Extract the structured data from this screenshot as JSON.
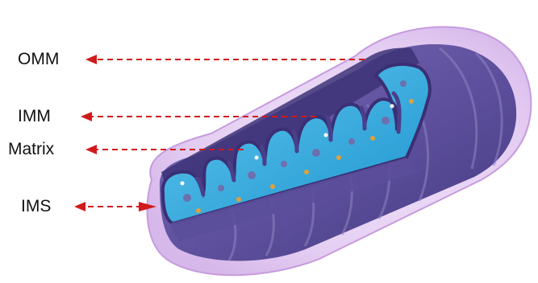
{
  "labels": {
    "omm": "OMM",
    "imm": "IMM",
    "matrix": "Matrix",
    "ims": "IMS"
  },
  "colors": {
    "outer_glow": "#e7d2f3",
    "outer_membrane": "#c9a0e0",
    "body_dark": "#4a3f86",
    "body_mid": "#6a5aa6",
    "ridge_light": "#8f84c4",
    "matrix": "#27a7dc",
    "matrix_light": "#7fd4f3",
    "arrow": "#d11a1a",
    "granule": "#e0a13a"
  }
}
